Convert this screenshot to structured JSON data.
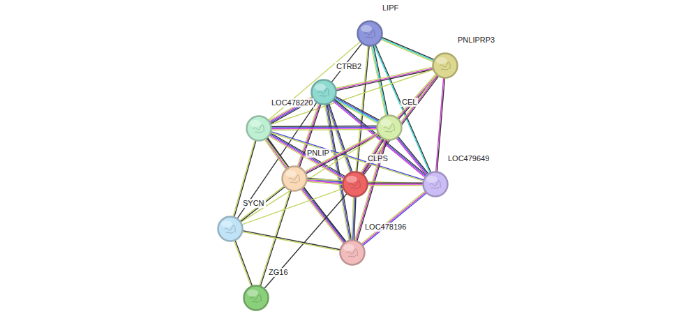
{
  "diagram": {
    "nodes": [
      {
        "text": [
          "LIPF"
        ]
      },
      {
        "text": [
          "PNLIPRP3"
        ]
      },
      {
        "text": [
          "CTRB2"
        ]
      },
      {
        "text": [
          "LOC478220"
        ]
      },
      {
        "text": [
          "CEL"
        ]
      },
      {
        "text": [
          "PNLIP"
        ]
      },
      {
        "text": [
          "CLPS"
        ]
      },
      {
        "text": [
          "LOC479649"
        ]
      },
      {
        "text": [
          "SYCN"
        ]
      },
      {
        "text": [
          "LOC478196"
        ]
      },
      {
        "text": [
          "ZG16"
        ]
      }
    ],
    "edges": [
      {
        "from": 0,
        "to": 1,
        "arrow": "none"
      },
      {
        "from": 0,
        "to": 2,
        "arrow": "none"
      },
      {
        "from": 0,
        "to": 3,
        "arrow": "none"
      },
      {
        "from": 0,
        "to": 4,
        "arrow": "none"
      },
      {
        "from": 0,
        "to": 6,
        "arrow": "none"
      },
      {
        "from": 0,
        "to": 7,
        "arrow": "none"
      },
      {
        "from": 1,
        "to": 2,
        "arrow": "none"
      },
      {
        "from": 1,
        "to": 4,
        "arrow": "none"
      },
      {
        "from": 1,
        "to": 6,
        "arrow": "none"
      },
      {
        "from": 1,
        "to": 7,
        "arrow": "none"
      },
      {
        "from": 1,
        "to": 3,
        "arrow": "none"
      },
      {
        "from": 2,
        "to": 3,
        "arrow": "none"
      },
      {
        "from": 2,
        "to": 4,
        "arrow": "none"
      },
      {
        "from": 2,
        "to": 5,
        "arrow": "none"
      },
      {
        "from": 2,
        "to": 6,
        "arrow": "none"
      },
      {
        "from": 2,
        "to": 7,
        "arrow": "none"
      },
      {
        "from": 2,
        "to": 9,
        "arrow": "none"
      },
      {
        "from": 2,
        "to": 8,
        "arrow": "none"
      },
      {
        "from": 3,
        "to": 4,
        "arrow": "none"
      },
      {
        "from": 3,
        "to": 5,
        "arrow": "none"
      },
      {
        "from": 3,
        "to": 6,
        "arrow": "none"
      },
      {
        "from": 3,
        "to": 7,
        "arrow": "none"
      },
      {
        "from": 3,
        "to": 9,
        "arrow": "none"
      },
      {
        "from": 3,
        "to": 8,
        "arrow": "none"
      },
      {
        "from": 4,
        "to": 5,
        "arrow": "none"
      },
      {
        "from": 4,
        "to": 6,
        "arrow": "none"
      },
      {
        "from": 4,
        "to": 7,
        "arrow": "none"
      },
      {
        "from": 4,
        "to": 9,
        "arrow": "none"
      },
      {
        "from": 4,
        "to": 8,
        "arrow": "none"
      },
      {
        "from": 5,
        "to": 6,
        "arrow": "none"
      },
      {
        "from": 5,
        "to": 9,
        "arrow": "none"
      },
      {
        "from": 5,
        "to": 8,
        "arrow": "none"
      },
      {
        "from": 5,
        "to": 10,
        "arrow": "none"
      },
      {
        "from": 5,
        "to": 7,
        "arrow": "none"
      },
      {
        "from": 6,
        "to": 7,
        "arrow": "none"
      },
      {
        "from": 6,
        "to": 9,
        "arrow": "none"
      },
      {
        "from": 6,
        "to": 8,
        "arrow": "none"
      },
      {
        "from": 6,
        "to": 10,
        "arrow": "none"
      },
      {
        "from": 7,
        "to": 9,
        "arrow": "none"
      },
      {
        "from": 8,
        "to": 9,
        "arrow": "none"
      },
      {
        "from": 8,
        "to": 10,
        "arrow": "none"
      }
    ]
  }
}
